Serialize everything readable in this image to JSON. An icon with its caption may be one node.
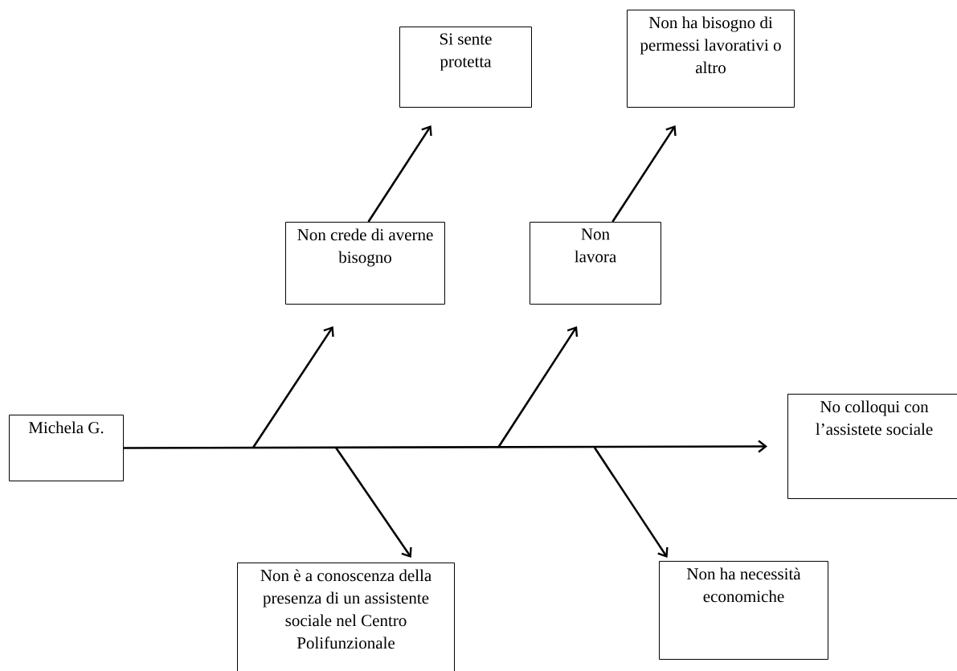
{
  "diagram": {
    "nodes": [
      {
        "text": [
          "Si sente protetta"
        ]
      },
      {
        "text": [
          "Non ha bisogno di permessi lavorativi o altro"
        ]
      },
      {
        "text": [
          "Non crede di averne bisogno"
        ]
      },
      {
        "text": [
          "Non lavora"
        ]
      },
      {
        "text": [
          "Michela G."
        ]
      },
      {
        "text": [
          "No colloqui con l’assistete sociale"
        ]
      },
      {
        "text": [
          "Non è a conoscenza della presenza di un assistente sociale nel Centro Polifunzionale"
        ]
      },
      {
        "text": [
          "Non ha necessità economiche"
        ]
      }
    ],
    "edges": [
      {
        "from": 4,
        "to": 5,
        "arrow": "to"
      },
      {
        "from": null,
        "to": 2,
        "arrow": "to"
      },
      {
        "from": 2,
        "to": 0,
        "arrow": "to"
      },
      {
        "from": null,
        "to": 3,
        "arrow": "to"
      },
      {
        "from": 3,
        "to": 1,
        "arrow": "to"
      },
      {
        "from": null,
        "to": 6,
        "arrow": "to"
      },
      {
        "from": null,
        "to": 7,
        "arrow": "to"
      }
    ]
  }
}
